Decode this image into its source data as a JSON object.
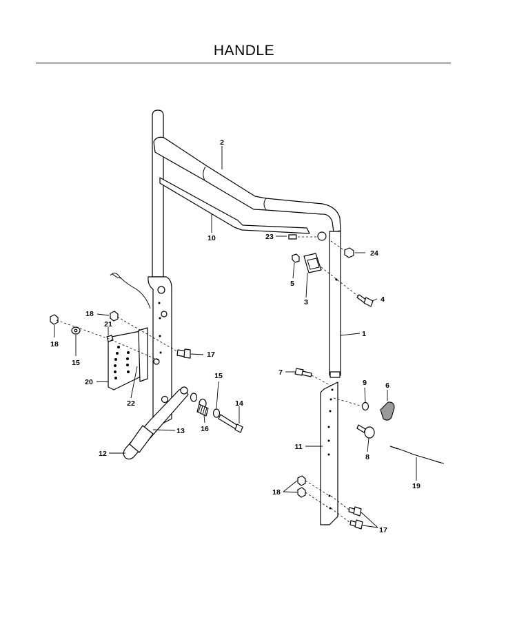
{
  "title": "HANDLE",
  "callouts": [
    {
      "id": "c2",
      "label": "2"
    },
    {
      "id": "c10",
      "label": "10"
    },
    {
      "id": "c23",
      "label": "23"
    },
    {
      "id": "c24",
      "label": "24"
    },
    {
      "id": "c5",
      "label": "5"
    },
    {
      "id": "c3",
      "label": "3"
    },
    {
      "id": "c4",
      "label": "4"
    },
    {
      "id": "c1",
      "label": "1"
    },
    {
      "id": "c18a",
      "label": "18"
    },
    {
      "id": "c21",
      "label": "21"
    },
    {
      "id": "c18b",
      "label": "18"
    },
    {
      "id": "c15a",
      "label": "15"
    },
    {
      "id": "c17a",
      "label": "17"
    },
    {
      "id": "c20",
      "label": "20"
    },
    {
      "id": "c22",
      "label": "22"
    },
    {
      "id": "c15b",
      "label": "15"
    },
    {
      "id": "c14",
      "label": "14"
    },
    {
      "id": "c16",
      "label": "16"
    },
    {
      "id": "c13",
      "label": "13"
    },
    {
      "id": "c12",
      "label": "12"
    },
    {
      "id": "c7",
      "label": "7"
    },
    {
      "id": "c9",
      "label": "9"
    },
    {
      "id": "c6",
      "label": "6"
    },
    {
      "id": "c11",
      "label": "11"
    },
    {
      "id": "c8",
      "label": "8"
    },
    {
      "id": "c19",
      "label": "19"
    },
    {
      "id": "c18c",
      "label": "18"
    },
    {
      "id": "c17b",
      "label": "17"
    }
  ]
}
